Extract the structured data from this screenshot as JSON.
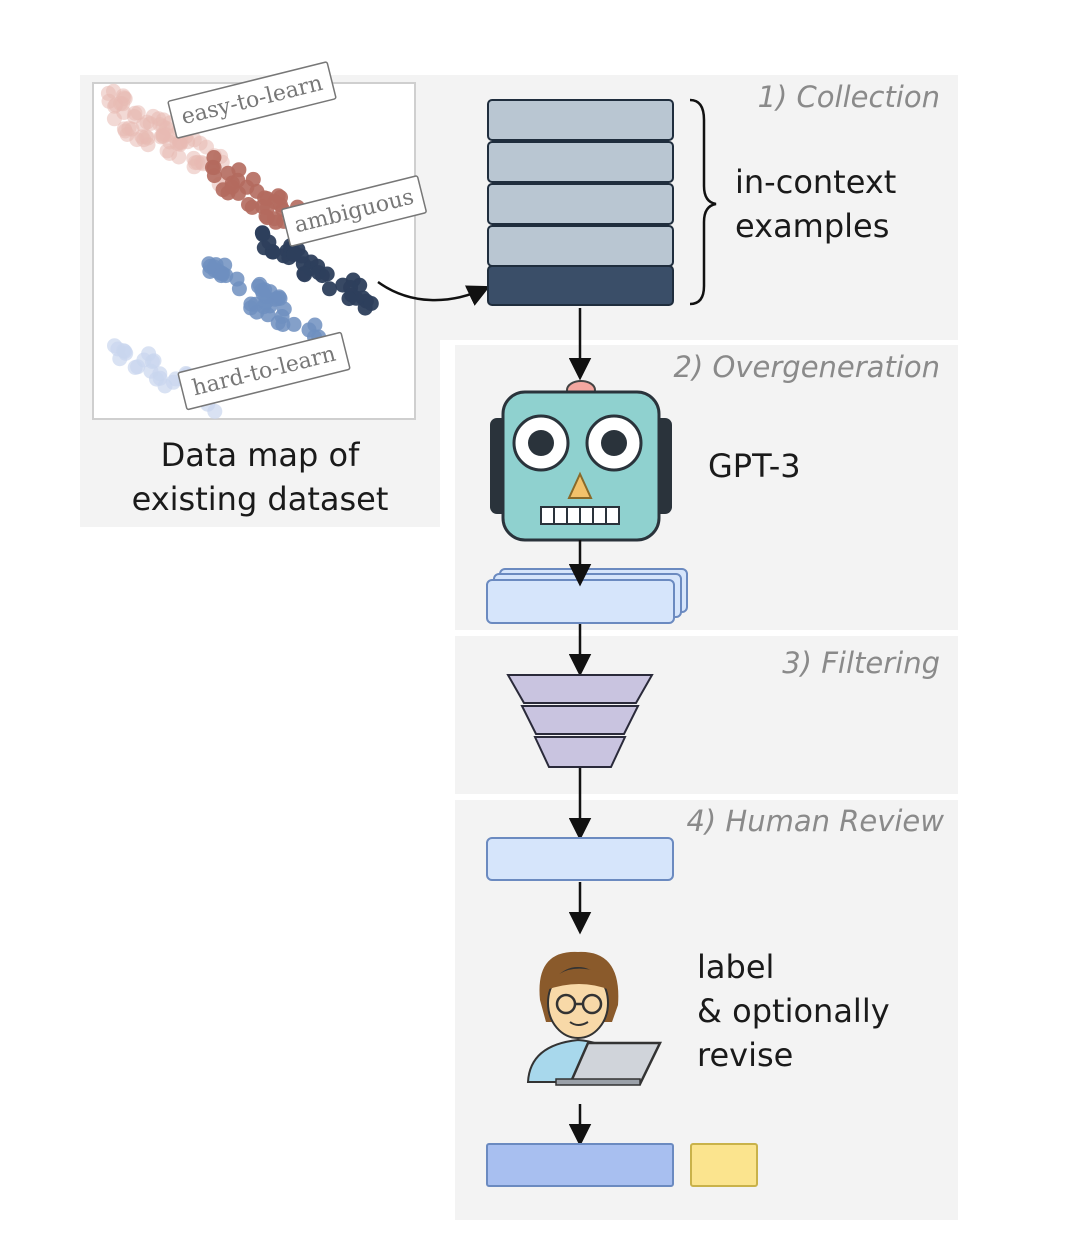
{
  "stages": [
    {
      "title": "1) Collection"
    },
    {
      "title": "2) Overgeneration"
    },
    {
      "title": "3) Filtering"
    },
    {
      "title": "4) Human Review"
    }
  ],
  "data_map": {
    "tags": {
      "easy": "easy-to-learn",
      "ambiguous": "ambiguous",
      "hard": "hard-to-learn"
    },
    "caption_line1": "Data map of",
    "caption_line2": "existing dataset"
  },
  "collection": {
    "label_line1": "in-context",
    "label_line2": "examples"
  },
  "overgeneration": {
    "model_label": "GPT-3"
  },
  "review": {
    "line1": "label",
    "line2": "& optionally",
    "line3": "revise"
  },
  "colors": {
    "panel": "#f3f3f3",
    "stack_light": "#b9c6d2",
    "stack_dark": "#3a4e68",
    "robot": "#8fd1cf",
    "generated": "#d6e5fb",
    "funnel": "#c9c4e0",
    "final_blue": "#a8bff0",
    "final_yellow": "#fbe48e"
  }
}
